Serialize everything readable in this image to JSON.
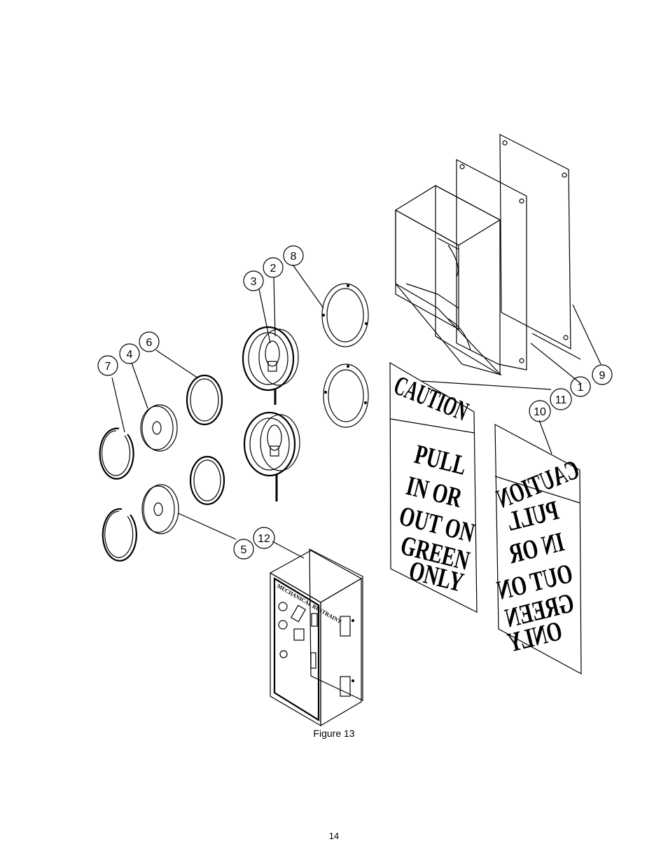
{
  "figure": {
    "caption": "Figure 13",
    "page_number": "14"
  },
  "callouts": {
    "c1": "1",
    "c2": "2",
    "c3": "3",
    "c4": "4",
    "c5": "5",
    "c6": "6",
    "c7": "7",
    "c8": "8",
    "c9": "9",
    "c10": "10",
    "c11": "11",
    "c12": "12"
  },
  "sign_front": {
    "header": "CAUTION",
    "line1": "PULL",
    "line2": "IN OR",
    "line3": "OUT ON",
    "line4": "GREEN",
    "line5": "ONLY"
  },
  "sign_back": {
    "header": "CAUTION",
    "line1": "PULL",
    "line2": "IN OR",
    "line3": "OUT ON",
    "line4": "GREEN",
    "line5": "ONLY"
  },
  "control_box": {
    "panel_title": "MECHANICAL RESTRAINT"
  }
}
